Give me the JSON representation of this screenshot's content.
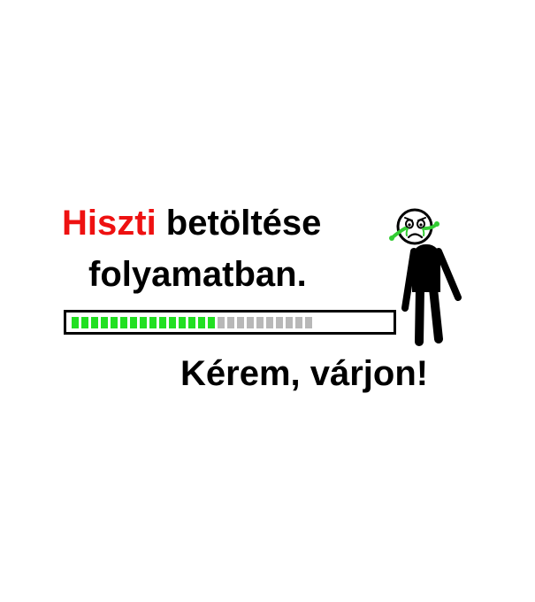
{
  "headline": {
    "highlight_word": "Hiszti",
    "rest_line1": " betöltése",
    "line2": "folyamatban.",
    "line3": "Kérem, várjon!"
  },
  "progress": {
    "segments_total": 25,
    "segments_filled": 15,
    "fraction": 0.6,
    "filled_color": "#22e022",
    "empty_color": "#b8b8b8"
  },
  "figure": {
    "icon": "crying-stick-figure-icon",
    "tear_color": "#33cc33"
  },
  "colors": {
    "accent_red": "#ee1111",
    "text": "#000000",
    "background": "#ffffff"
  }
}
